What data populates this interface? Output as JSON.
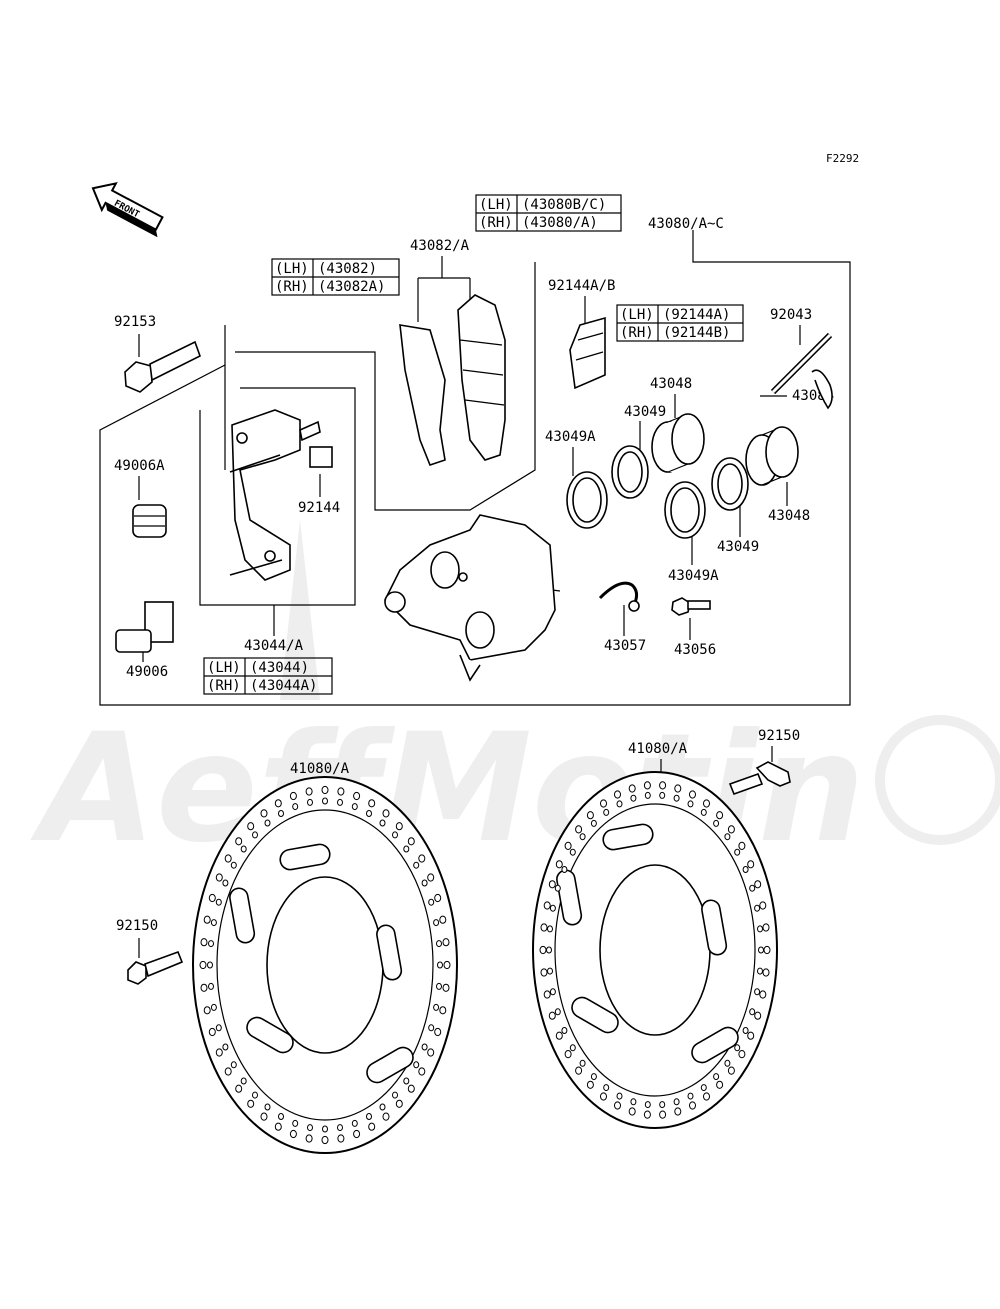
{
  "figure_code": "F2292",
  "front_arrow_text": "FRONT",
  "watermark_text": "AeffMotin",
  "labels": {
    "p43080_caliper": "43080/A~C",
    "p43082_pads": "43082/A",
    "p92144ab": "92144A/B",
    "p92043": "92043",
    "p43048_a": "43048",
    "p43049_a": "43049",
    "p43049A_a": "43049A",
    "p43084": "43084",
    "p43048_b": "43048",
    "p43049_b": "43049",
    "p43049A_b": "43049A",
    "p43057": "43057",
    "p43056": "43056",
    "p92153": "92153",
    "p49006A": "49006A",
    "p92144": "92144",
    "p49006": "49006",
    "p43044": "43044/A",
    "p41080_left": "41080/A",
    "p41080_right": "41080/A",
    "p92150_left": "92150",
    "p92150_right": "92150"
  },
  "side_tables": {
    "caliper": {
      "lh": "(LH)",
      "lh_val": "(43080B/C)",
      "rh": "(RH)",
      "rh_val": "(43080/A)"
    },
    "pads": {
      "lh": "(LH)",
      "lh_val": "(43082)",
      "rh": "(RH)",
      "rh_val": "(43082A)"
    },
    "spring": {
      "lh": "(LH)",
      "lh_val": "(92144A)",
      "rh": "(RH)",
      "rh_val": "(92144B)"
    },
    "bracket": {
      "lh": "(LH)",
      "lh_val": "(43044)",
      "rh": "(RH)",
      "rh_val": "(43044A)"
    }
  }
}
